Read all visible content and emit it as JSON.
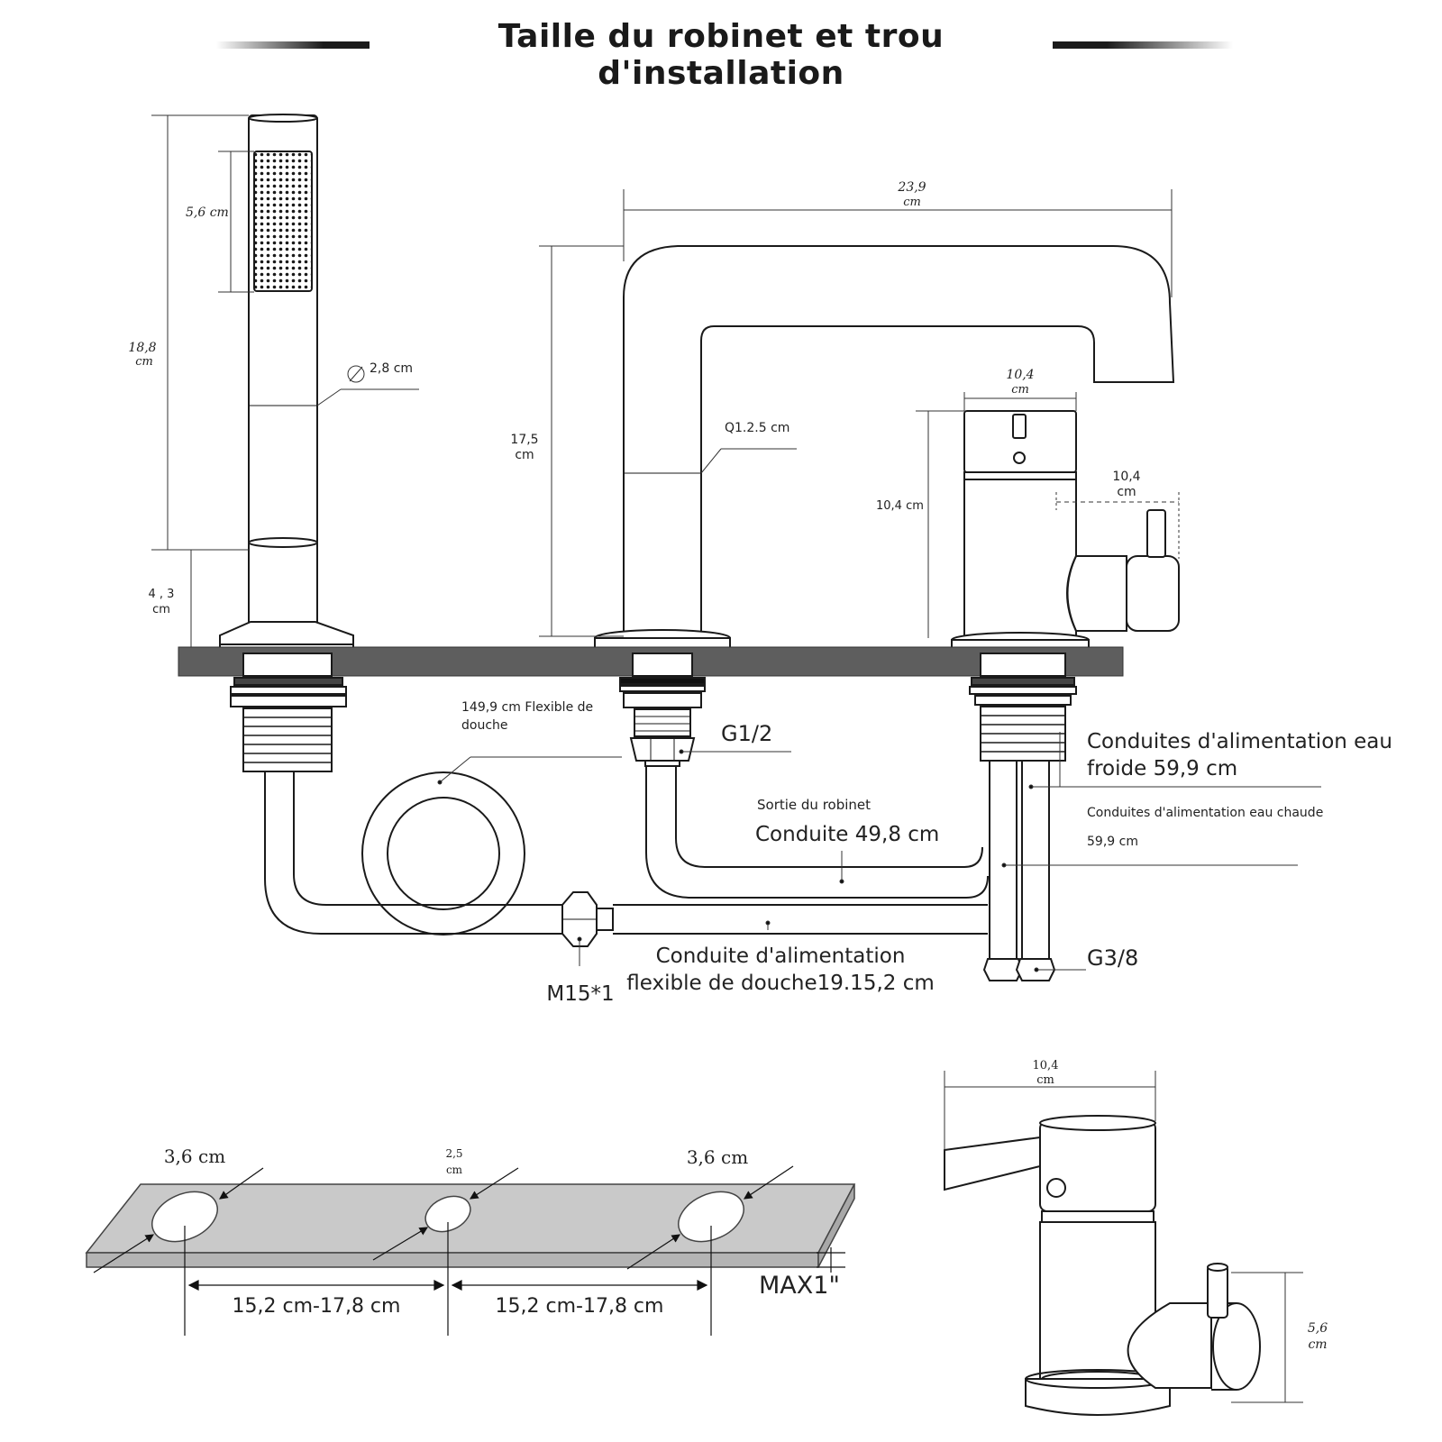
{
  "title": "Taille du robinet et trou d'installation",
  "shower": {
    "height_total": "18,8",
    "height_total_unit": "cm",
    "head_length": "5,6 cm",
    "diameter": "2,8 cm",
    "base_height": "4 , 3",
    "base_height_unit": "cm"
  },
  "spout": {
    "reach": "23,9",
    "reach_unit": "cm",
    "height": "17,5",
    "height_unit": "cm",
    "diameter": "Q1.2.5 cm"
  },
  "mixer": {
    "top_width": "10,4",
    "top_width_unit": "cm",
    "height": "10,4 cm",
    "lever_reach": "10,4",
    "lever_reach_unit": "cm"
  },
  "hoses": {
    "shower_hose_line1": "149,9 cm Flexible de",
    "shower_hose_line2": "douche",
    "g12": "G1/2",
    "cold_line1": "Conduites d'alimentation eau",
    "cold_line2": "froide 59,9 cm",
    "hot_line1": "Conduites d'alimentation eau chaude",
    "hot_line2": "59,9 cm",
    "outlet_label": "Sortie du robinet",
    "outlet_pipe": "Conduite 49,8 cm",
    "shower_supply_line1": "Conduite d'alimentation",
    "shower_supply_line2": "flexible de douche19.15,2 cm",
    "m15": "M15*1",
    "g38": "G3/8"
  },
  "holes": {
    "left_hole": "3,6 cm",
    "middle_hole": "2,5",
    "middle_hole_unit": "cm",
    "right_hole": "3,6 cm",
    "spacing_left": "15,2 cm-17,8 cm",
    "spacing_right": "15,2 cm-17,8 cm",
    "max_thickness": "MAX1\""
  },
  "handle_detail": {
    "width": "10,4",
    "width_unit": "cm",
    "knob_height": "5,6",
    "knob_height_unit": "cm"
  }
}
